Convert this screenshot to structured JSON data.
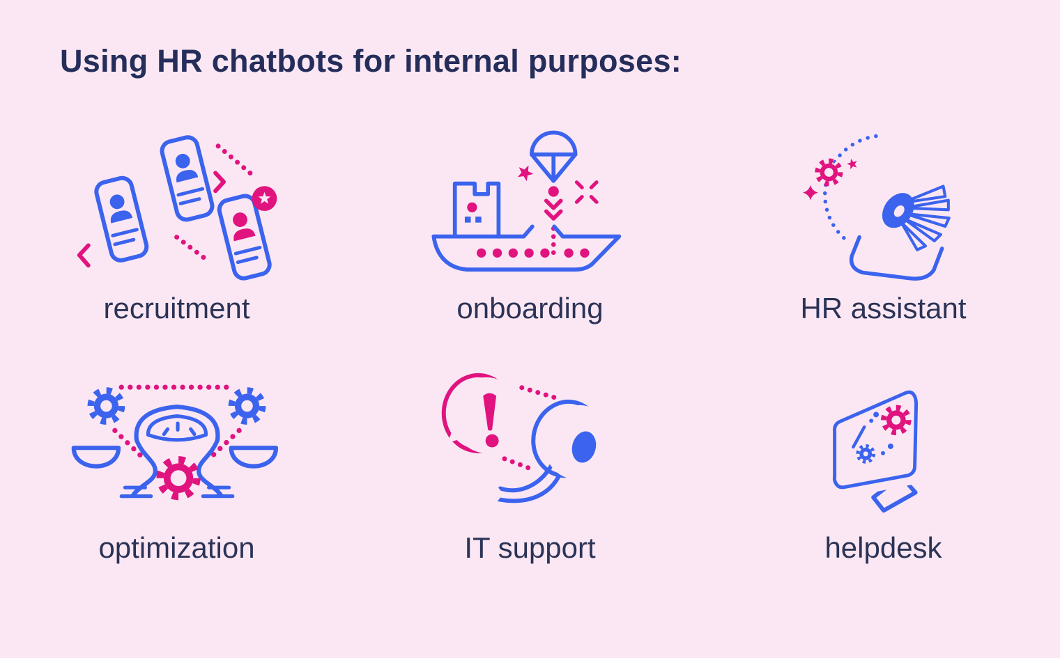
{
  "title": "Using HR chatbots for internal purposes:",
  "items": [
    {
      "label": "recruitment",
      "icon": "recruitment-cards-icon"
    },
    {
      "label": "onboarding",
      "icon": "onboarding-ship-parachute-icon"
    },
    {
      "label": "HR assistant",
      "icon": "hr-assistant-printer-icon"
    },
    {
      "label": "optimization",
      "icon": "optimization-scale-gears-icon"
    },
    {
      "label": "IT support",
      "icon": "it-support-chat-headset-icon"
    },
    {
      "label": "helpdesk",
      "icon": "helpdesk-monitor-gears-icon"
    }
  ],
  "theme": {
    "background": "#FBE7F3",
    "blue": "#3B63EE",
    "pink": "#E0137F",
    "navy": "#252E5B",
    "label_color": "#2B3356"
  }
}
